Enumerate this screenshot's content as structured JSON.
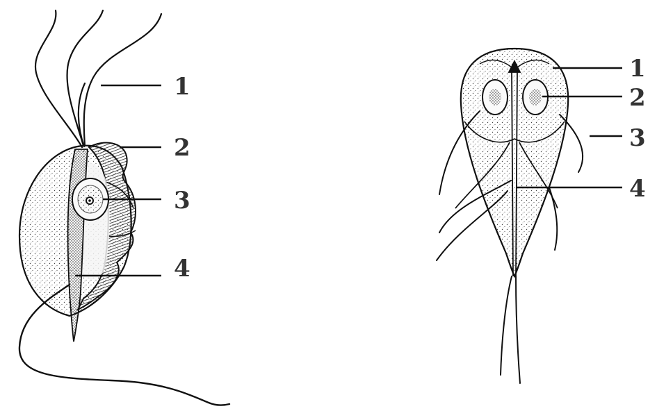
{
  "figures": [
    {
      "id": "trichomonas",
      "labels": [
        "1",
        "2",
        "3",
        "4"
      ]
    },
    {
      "id": "giardia",
      "labels": [
        "1",
        "2",
        "3",
        "4"
      ]
    }
  ],
  "colors": {
    "ink": "#111111",
    "label": "#333333",
    "background": "#ffffff"
  }
}
